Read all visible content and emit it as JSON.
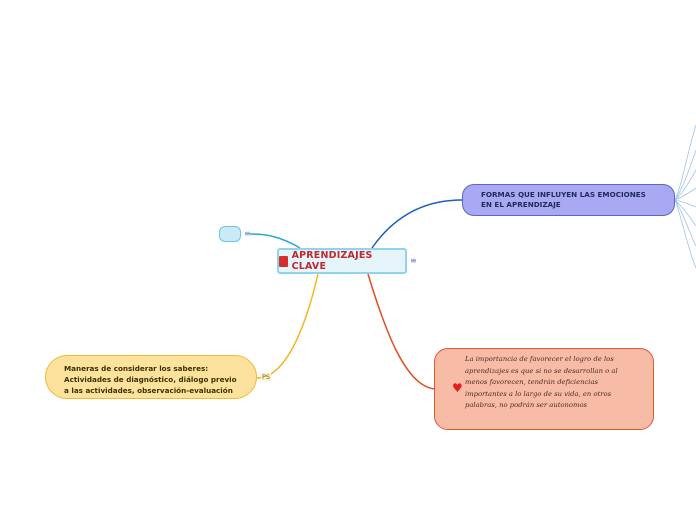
{
  "central": {
    "title": "APRENDIZAJES CLAVE",
    "book_icon": "book-icon",
    "menu_icon": "≡"
  },
  "blue_node": {
    "text": "FORMAS QUE INFLUYEN LAS EMOCIONES EN EL APRENDIZAJE",
    "color": "#a9a8f2"
  },
  "small_node": {
    "menu_icon": "≡",
    "color": "#cbeaf6"
  },
  "yellow_node": {
    "text": "Maneras de considerar los saberes: Actividades de diagnóstico, diálogo previo a las actividades, observación-evaluación",
    "tag": "PS",
    "color": "#fde29e"
  },
  "orange_node": {
    "text": "La importancia de favorecer el logro de los aprendizajes es que si no se desarrollan o al menos favorecen, tendrán deficiencias importantes a lo largo de su vida, en otros palabras, no podrán ser autonomos",
    "heart_icon": "♥",
    "color": "#f8bca6"
  },
  "colors": {
    "blue_link": "#1a5fc4",
    "cyan_link": "#29a8d8",
    "yellow_link": "#f2b61e",
    "orange_link": "#e24d21"
  }
}
